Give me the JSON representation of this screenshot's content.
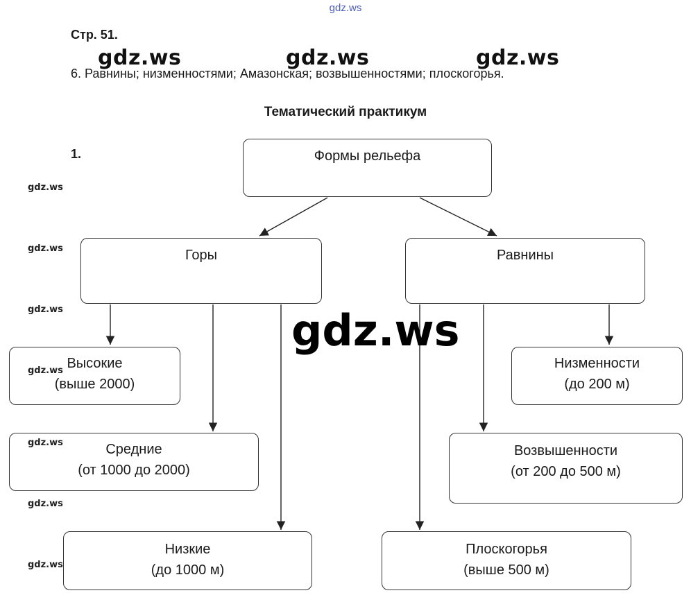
{
  "watermarks": {
    "top": "gdz.ws",
    "big": [
      "gdz.ws",
      "gdz.ws",
      "gdz.ws"
    ],
    "side": [
      "gdz.ws",
      "gdz.ws",
      "gdz.ws",
      "gdz.ws",
      "gdz.ws",
      "gdz.ws",
      "gdz.ws"
    ],
    "center": "gdz.ws"
  },
  "page_ref": "Стр. 51.",
  "answer": "6. Равнины; низменностями; Амазонская; возвышенностями; плоскогорья.",
  "heading": "Тематический практикум",
  "task_number": "1.",
  "diagram": {
    "root": "Формы рельефа",
    "mountains": {
      "label": "Горы",
      "high": [
        "Высокие",
        "(выше 2000)"
      ],
      "medium": [
        "Средние",
        "(от 1000 до 2000)"
      ],
      "low": [
        "Низкие",
        "(до 1000 м)"
      ]
    },
    "plains": {
      "label": "Равнины",
      "lowlands": [
        "Низменности",
        "(до 200 м)"
      ],
      "uplands": [
        "Возвышенности",
        "(от 200 до 500 м)"
      ],
      "plateaus": [
        "Плоскогорья",
        "(выше 500 м)"
      ]
    }
  }
}
